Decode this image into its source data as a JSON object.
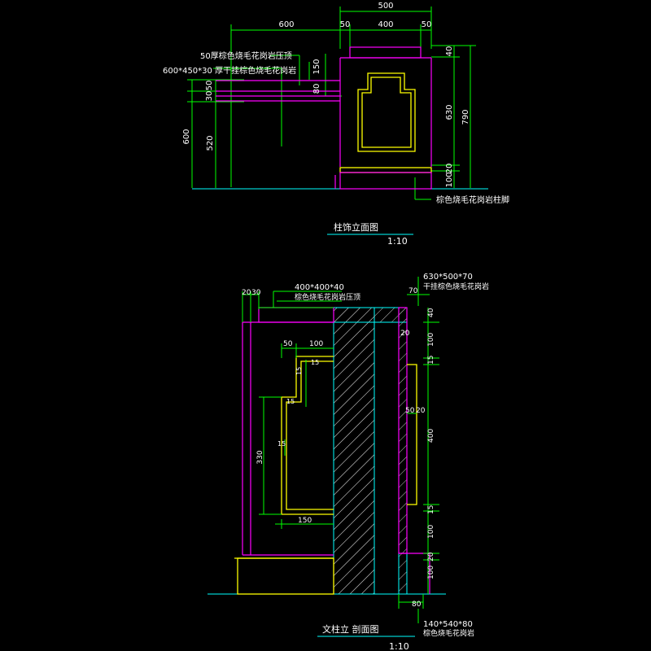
{
  "top_view": {
    "title": "柱饰立面图",
    "scale": "1:10",
    "dims": {
      "total_width": "500",
      "left_margin": "50",
      "center": "400",
      "right_margin": "50",
      "span": "600",
      "d150": "150",
      "d80": "80",
      "d30": "30",
      "d50": "50",
      "d600": "600",
      "d520": "520",
      "d40": "40",
      "d630": "630",
      "d790": "790",
      "d100": "100",
      "d20": "20"
    },
    "labels": {
      "cap": "50厚棕色烧毛花岗岩压顶",
      "panel": "600*450*30 厚干挂棕色烧毛花岗岩",
      "base": "棕色烧毛花岗岩柱脚"
    }
  },
  "bottom_view": {
    "title": "文柱立  剖面图",
    "scale": "1:10",
    "dims": {
      "d20": "20",
      "d30": "30",
      "d50": "50",
      "d100": "100",
      "d15a": "15",
      "d15b": "15",
      "d15c": "15",
      "d330": "330",
      "d150": "150",
      "r70": "70",
      "r40": "40",
      "r20a": "20",
      "r100a": "100",
      "r15a": "15",
      "r50": "50",
      "r20b": "20",
      "r400": "400",
      "r15b": "15",
      "r100b": "100",
      "r20c": "20",
      "r100c": "100",
      "r80": "80"
    },
    "labels": {
      "cap_dim": "400*400*40",
      "cap_note": "棕色烧毛花岗岩压顶",
      "panel_dim": "630*500*70",
      "panel_note": "干挂棕色烧毛花岗岩",
      "base_dim": "140*540*80",
      "base_note": "棕色烧毛花岗岩"
    }
  },
  "colors": {
    "dim": "#00ff00",
    "outline": "#ff00ff",
    "frame": "#ffff00",
    "core": "#00ffff",
    "text": "#ffffff",
    "hatch": "#c0c0c0"
  }
}
